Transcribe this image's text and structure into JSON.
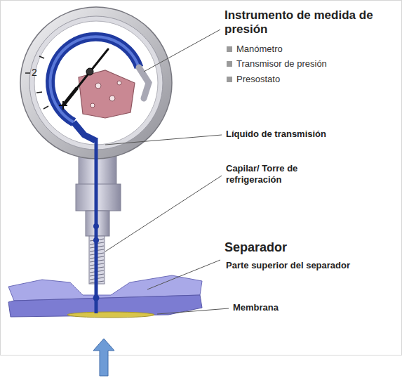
{
  "diagram": {
    "labels": [
      "Instrumento de medida de presión",
      "Manómetro",
      "Transmisor de presión",
      "Presostato",
      "Líquido de transmisión",
      "Capilar/ Torre de refrigeración",
      "Separador",
      "Parte superior del separador",
      "Membrana",
      "2"
    ]
  }
}
